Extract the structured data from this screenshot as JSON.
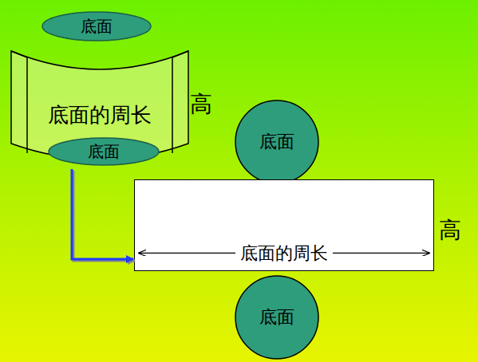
{
  "diagram": {
    "nodes": [
      {
        "text": [
          "底面"
        ]
      },
      {
        "text": [
          "底面的周长"
        ]
      },
      {
        "text": [
          "底面"
        ]
      },
      {
        "text": [
          "底面"
        ]
      },
      {
        "text": [
          "底面的周长"
        ]
      },
      {
        "text": [
          "底面"
        ]
      }
    ],
    "edges": [
      {
        "from": 1,
        "to": 4,
        "arrow": "to"
      }
    ],
    "labels": [
      "高",
      "高"
    ]
  }
}
